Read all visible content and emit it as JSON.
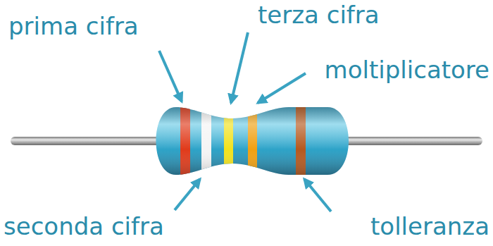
{
  "diagram": {
    "labels": [
      "prima cifra",
      "terza cifra",
      "moltiplicatore",
      "seconda cifra",
      "tolleranza"
    ]
  }
}
